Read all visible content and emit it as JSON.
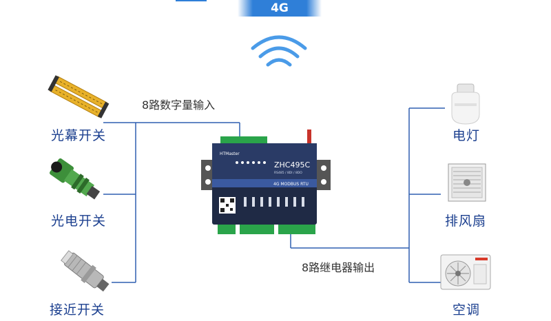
{
  "network": {
    "label": "4G"
  },
  "inputs": {
    "title": "8路数字量输入",
    "devices": [
      {
        "label": "光幕开关",
        "icon": "light-curtain-icon"
      },
      {
        "label": "光电开关",
        "icon": "photoelectric-sensor-icon"
      },
      {
        "label": "接近开关",
        "icon": "proximity-sensor-icon"
      }
    ]
  },
  "outputs": {
    "title": "8路继电器输出",
    "devices": [
      {
        "label": "电灯",
        "icon": "light-bulb-icon"
      },
      {
        "label": "排风扇",
        "icon": "exhaust-fan-icon"
      },
      {
        "label": "空调",
        "icon": "air-conditioner-icon"
      }
    ]
  },
  "controller": {
    "brand": "HTMaster",
    "model": "ZHC495C",
    "spec": "RS485 / 8DI / 8DO",
    "subtitle": "4G MODBUS RTU"
  },
  "colors": {
    "accent": "#2f7fd8",
    "line": "#2e5fb0",
    "label": "#1b3f8f"
  }
}
